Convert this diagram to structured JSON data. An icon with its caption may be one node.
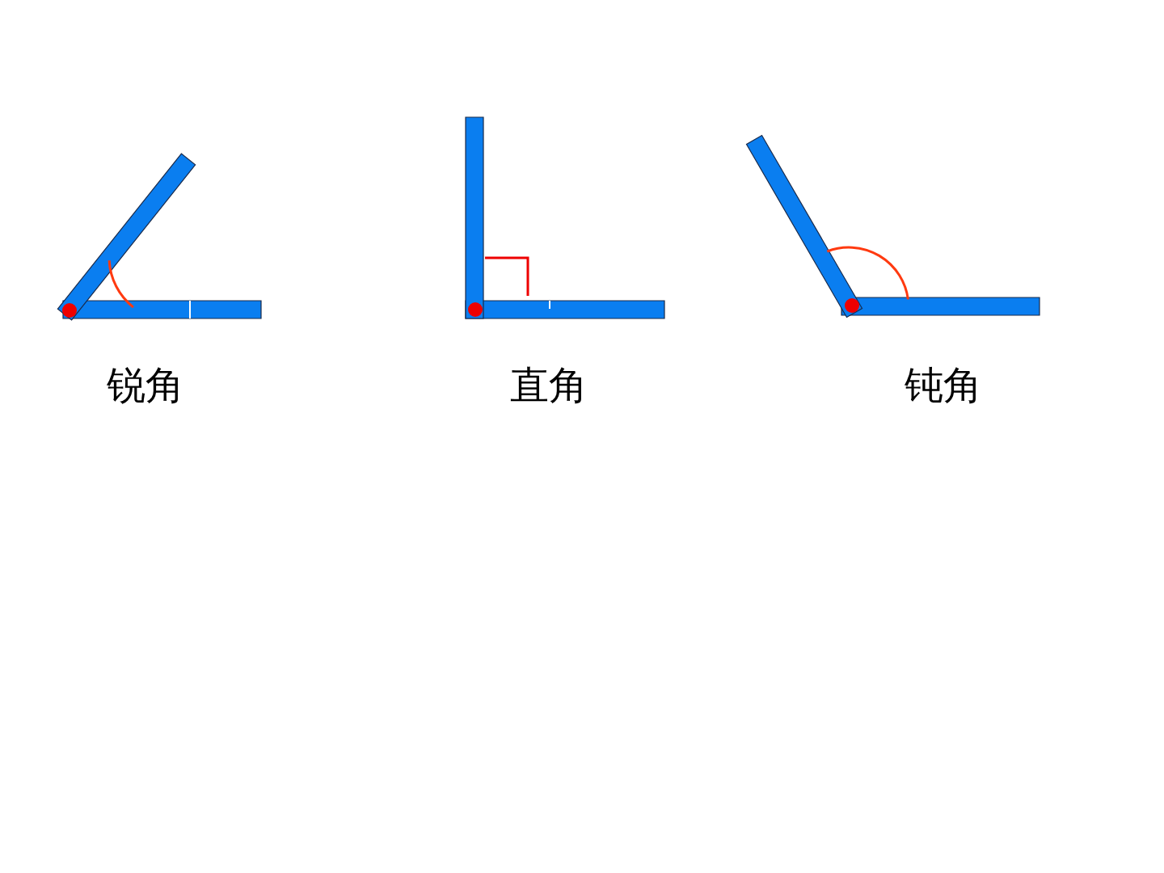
{
  "diagram": {
    "labels": [
      "锐角",
      "直角",
      "钝角"
    ]
  }
}
